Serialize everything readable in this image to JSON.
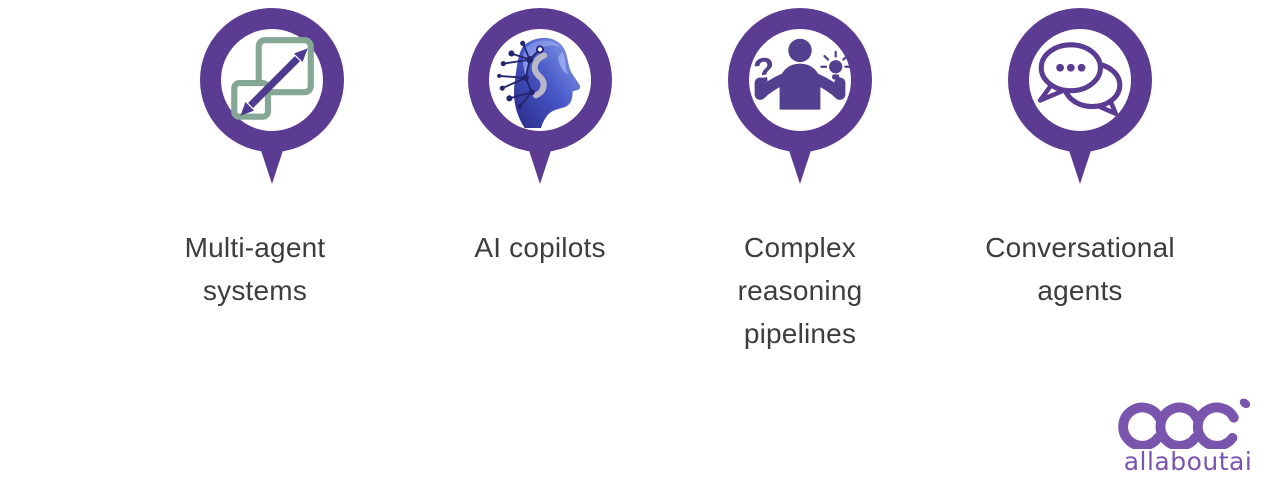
{
  "background": "#ffffff",
  "colors": {
    "pin_purple": "#5b3c92",
    "icon_arrow_purple": "#4e3b8f",
    "person_purple": "#53408e",
    "squares_sage_green": "#85a796",
    "label_gray": "#3d3d3d",
    "logo_purple": "#7a55ae",
    "head_navy": "#23256e"
  },
  "pins": [
    {
      "label": "Multi-agent\nsystems",
      "icon": "expand-squares-icon"
    },
    {
      "label": "AI copilots",
      "icon": "ai-head-icon"
    },
    {
      "label": "Complex\nreasoning\npipelines",
      "icon": "person-question-lightbulb-icon"
    },
    {
      "label": "Conversational\nagents",
      "icon": "chat-bubbles-icon"
    }
  ],
  "logo": {
    "wordmark": "allaboutai"
  }
}
